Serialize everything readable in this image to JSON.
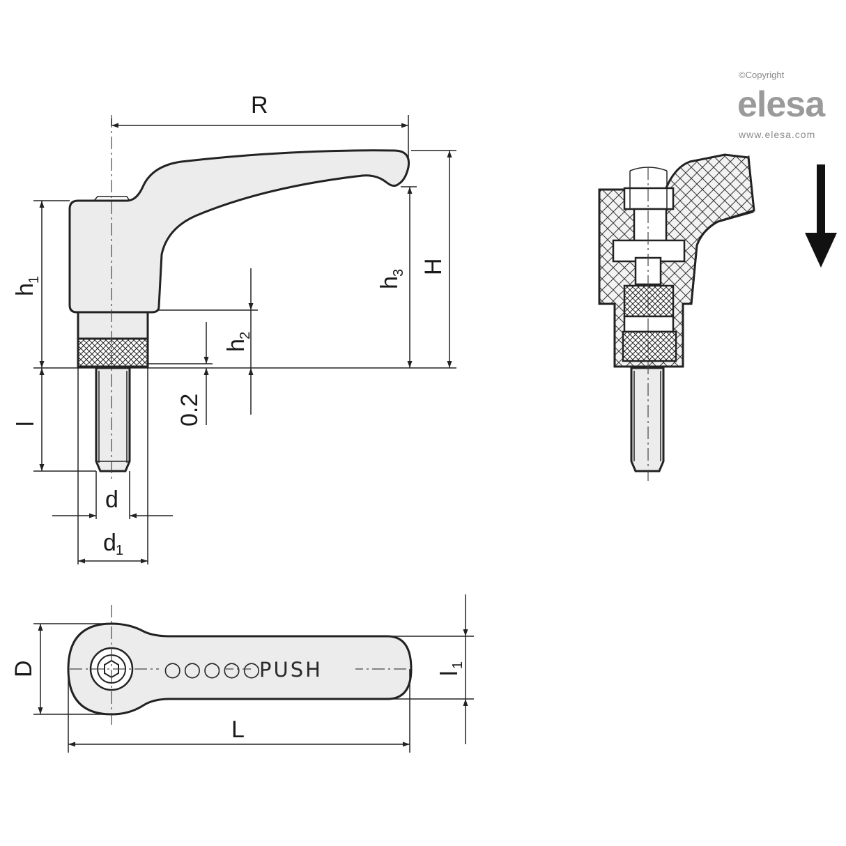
{
  "watermark": {
    "copyright": "©Copyright",
    "brand": "elesa",
    "url": "www.elesa.com"
  },
  "side_view": {
    "dimensions": {
      "R": "R",
      "H": "H",
      "h1": "h",
      "h1_sub": "1",
      "h2": "h",
      "h2_sub": "2",
      "h3": "h",
      "h3_sub": "3",
      "l": "l",
      "gap": "0.2",
      "d": "d",
      "d1": "d",
      "d1_sub": "1"
    }
  },
  "section_view": {
    "arrow": "push-direction-arrow"
  },
  "top_view": {
    "handle_text": "PUSH",
    "dots": "○○○○○",
    "dimensions": {
      "D": "D",
      "L": "L",
      "l1": "l",
      "l1_sub": "1"
    }
  },
  "colors": {
    "line": "#222222",
    "fill": "#ececec",
    "watermark": "#9a9a9a"
  }
}
